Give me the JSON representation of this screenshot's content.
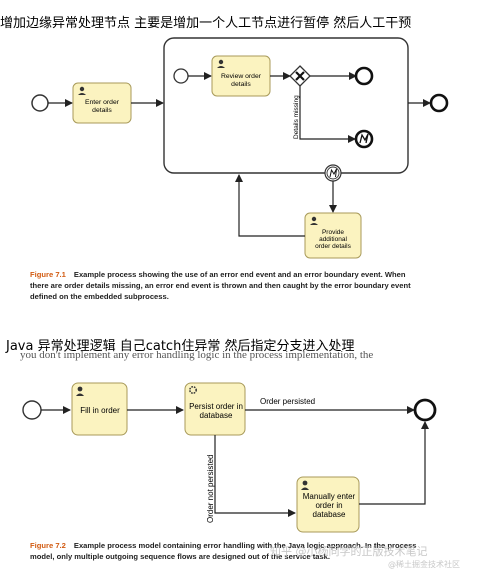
{
  "note1": "增加边缘异常处理节点 主要是增加一个人工节点进行暂停 然后人工干预",
  "fig1": {
    "tasks": {
      "enter": [
        "Enter order",
        "details"
      ],
      "review": [
        "Review order",
        "details"
      ],
      "provide": [
        "Provide",
        "additional",
        "order details"
      ]
    },
    "flow_label": "Details missing",
    "caption_num": "Figure 7.1",
    "caption_lines": [
      "Example process showing the use of an error end event and an error boundary event. When",
      "there are order details missing, an error end event is thrown and then caught by the error boundary event",
      "defined on the embedded subprocess."
    ]
  },
  "note2": "Java 异常处理逻辑  自己catch住异常 然后指定分支进入处理",
  "text_fragment": "you don't implement any error handling logic in the process implementation, the",
  "fig2": {
    "tasks": {
      "fill": "Fill in order",
      "persist": [
        "Persist order in",
        "database"
      ],
      "manual": [
        "Manually enter",
        "order in",
        "database"
      ]
    },
    "flow_persisted": "Order persisted",
    "flow_not_persisted": "Order not persisted",
    "caption_num": "Figure 7.2",
    "caption_lines": [
      "Example process model containing error handling with the Java logic approach. In the process",
      "model, only multiple outgoing sequence flows are designed out of the service task."
    ]
  },
  "watermarks": [
    "知乎 @小杨同学的正版技术笔记",
    "@稀土掘金技术社区"
  ],
  "colors": {
    "task_fill": "#fbf3c0",
    "task_stroke": "#a89a5a",
    "caption_accent": "#d25b12",
    "line": "#222222"
  }
}
